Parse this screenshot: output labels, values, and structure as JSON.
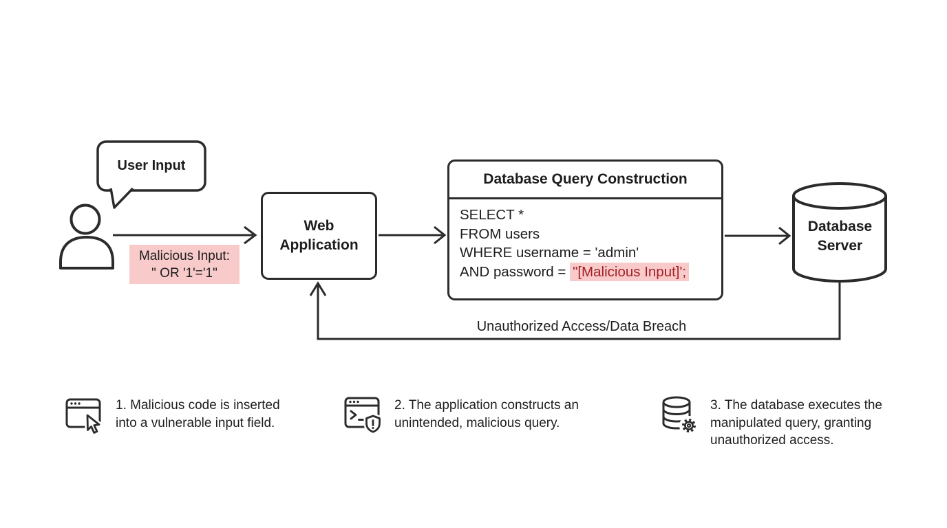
{
  "colors": {
    "stroke": "#2b2b2b",
    "highlight_pink": "#f8caca",
    "accent_red": "#a32126"
  },
  "diagram": {
    "user_bubble_label": "User Input",
    "malicious_input": {
      "line1": "Malicious Input:",
      "line2": "\" OR '1'='1\""
    },
    "web_app": {
      "line1": "Web",
      "line2": "Application"
    },
    "query_box": {
      "title": "Database Query Construction",
      "sql_line1": "SELECT *",
      "sql_line2": "FROM users",
      "sql_line3": "WHERE username = 'admin'",
      "sql_line4_prefix": "AND password = ",
      "sql_line4_highlight": "\"[Malicious Input]';"
    },
    "db_server": {
      "line1": "Database",
      "line2": "Server"
    },
    "return_label": "Unauthorized Access/Data Breach"
  },
  "legend": {
    "items": [
      {
        "icon": "browser-cursor-icon",
        "text": "1. Malicious code is inserted into a vulnerable input field."
      },
      {
        "icon": "browser-terminal-shield-icon",
        "text": "2. The application constructs an unintended, malicious query."
      },
      {
        "icon": "database-gear-icon",
        "text": "3. The database executes the manipulated query, granting unauthorized access."
      }
    ]
  }
}
